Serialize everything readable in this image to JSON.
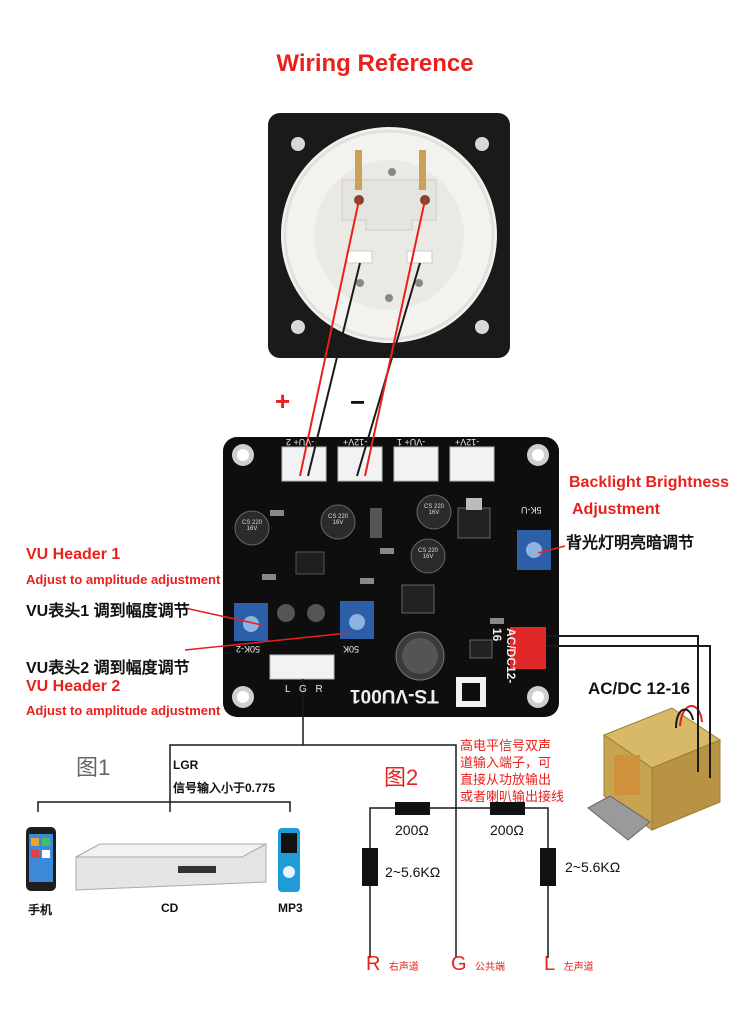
{
  "title": "Wiring Reference",
  "meter": {
    "plus_label": "+",
    "minus_label": "−"
  },
  "board": {
    "name": "TS-VU001",
    "headers": [
      "-VU+ 2",
      "-12V+",
      "-VU+ 1",
      "-12V+"
    ],
    "caps": [
      "CS 220 16V",
      "CS 220 16V",
      "CS 220 16V",
      "CS 220 16V"
    ],
    "pot_labels": [
      "5K-U",
      "50K-2",
      "50K"
    ],
    "acdc_silk": "AC/DC12-16",
    "lgr_silk": "L G R"
  },
  "labels": {
    "backlight_en_1": "Backlight Brightness",
    "backlight_en_2": "Adjustment",
    "backlight_cn": "背光灯明亮暗调节",
    "vu1_en": "VU Header   1",
    "vu1_en_sub": "Adjust to amplitude adjustment",
    "vu1_cn": "VU表头1  调到幅度调节",
    "vu2_cn": "VU表头2  调到幅度调节",
    "vu2_en": "VU Header   2",
    "vu2_en_sub": "Adjust to amplitude adjustment",
    "acdc": "AC/DC 12-16"
  },
  "fig1": {
    "label": "图1",
    "lgr": "LGR",
    "signal_note": "信号输入小于0.775",
    "devices": [
      "手机",
      "CD",
      "MP3"
    ]
  },
  "fig2": {
    "label": "图2",
    "note_lines": [
      "高电平信号双声",
      "道输入端子，可",
      "直接从功放输出",
      "或者喇叭输出接线"
    ],
    "series_r1": "200Ω",
    "series_r2": "200Ω",
    "shunt_left": "2~5.6KΩ",
    "shunt_right": "2~5.6KΩ",
    "terminals": [
      {
        "letter": "R",
        "desc": "右声道"
      },
      {
        "letter": "G",
        "desc": "公共端"
      },
      {
        "letter": "L",
        "desc": "左声道"
      }
    ]
  }
}
